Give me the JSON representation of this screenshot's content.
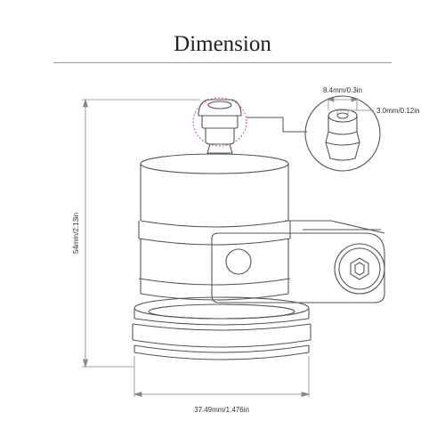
{
  "title": "Dimension",
  "dimensions": {
    "height": "54mm/2.13in",
    "width": "37.49mm/1.476in",
    "outer_diameter": "8.4mm/0.3in",
    "inner_diameter": "3.0mm/0.12in"
  },
  "colors": {
    "line": "#555555",
    "dim_line": "#888888",
    "highlight": "#d04040"
  }
}
